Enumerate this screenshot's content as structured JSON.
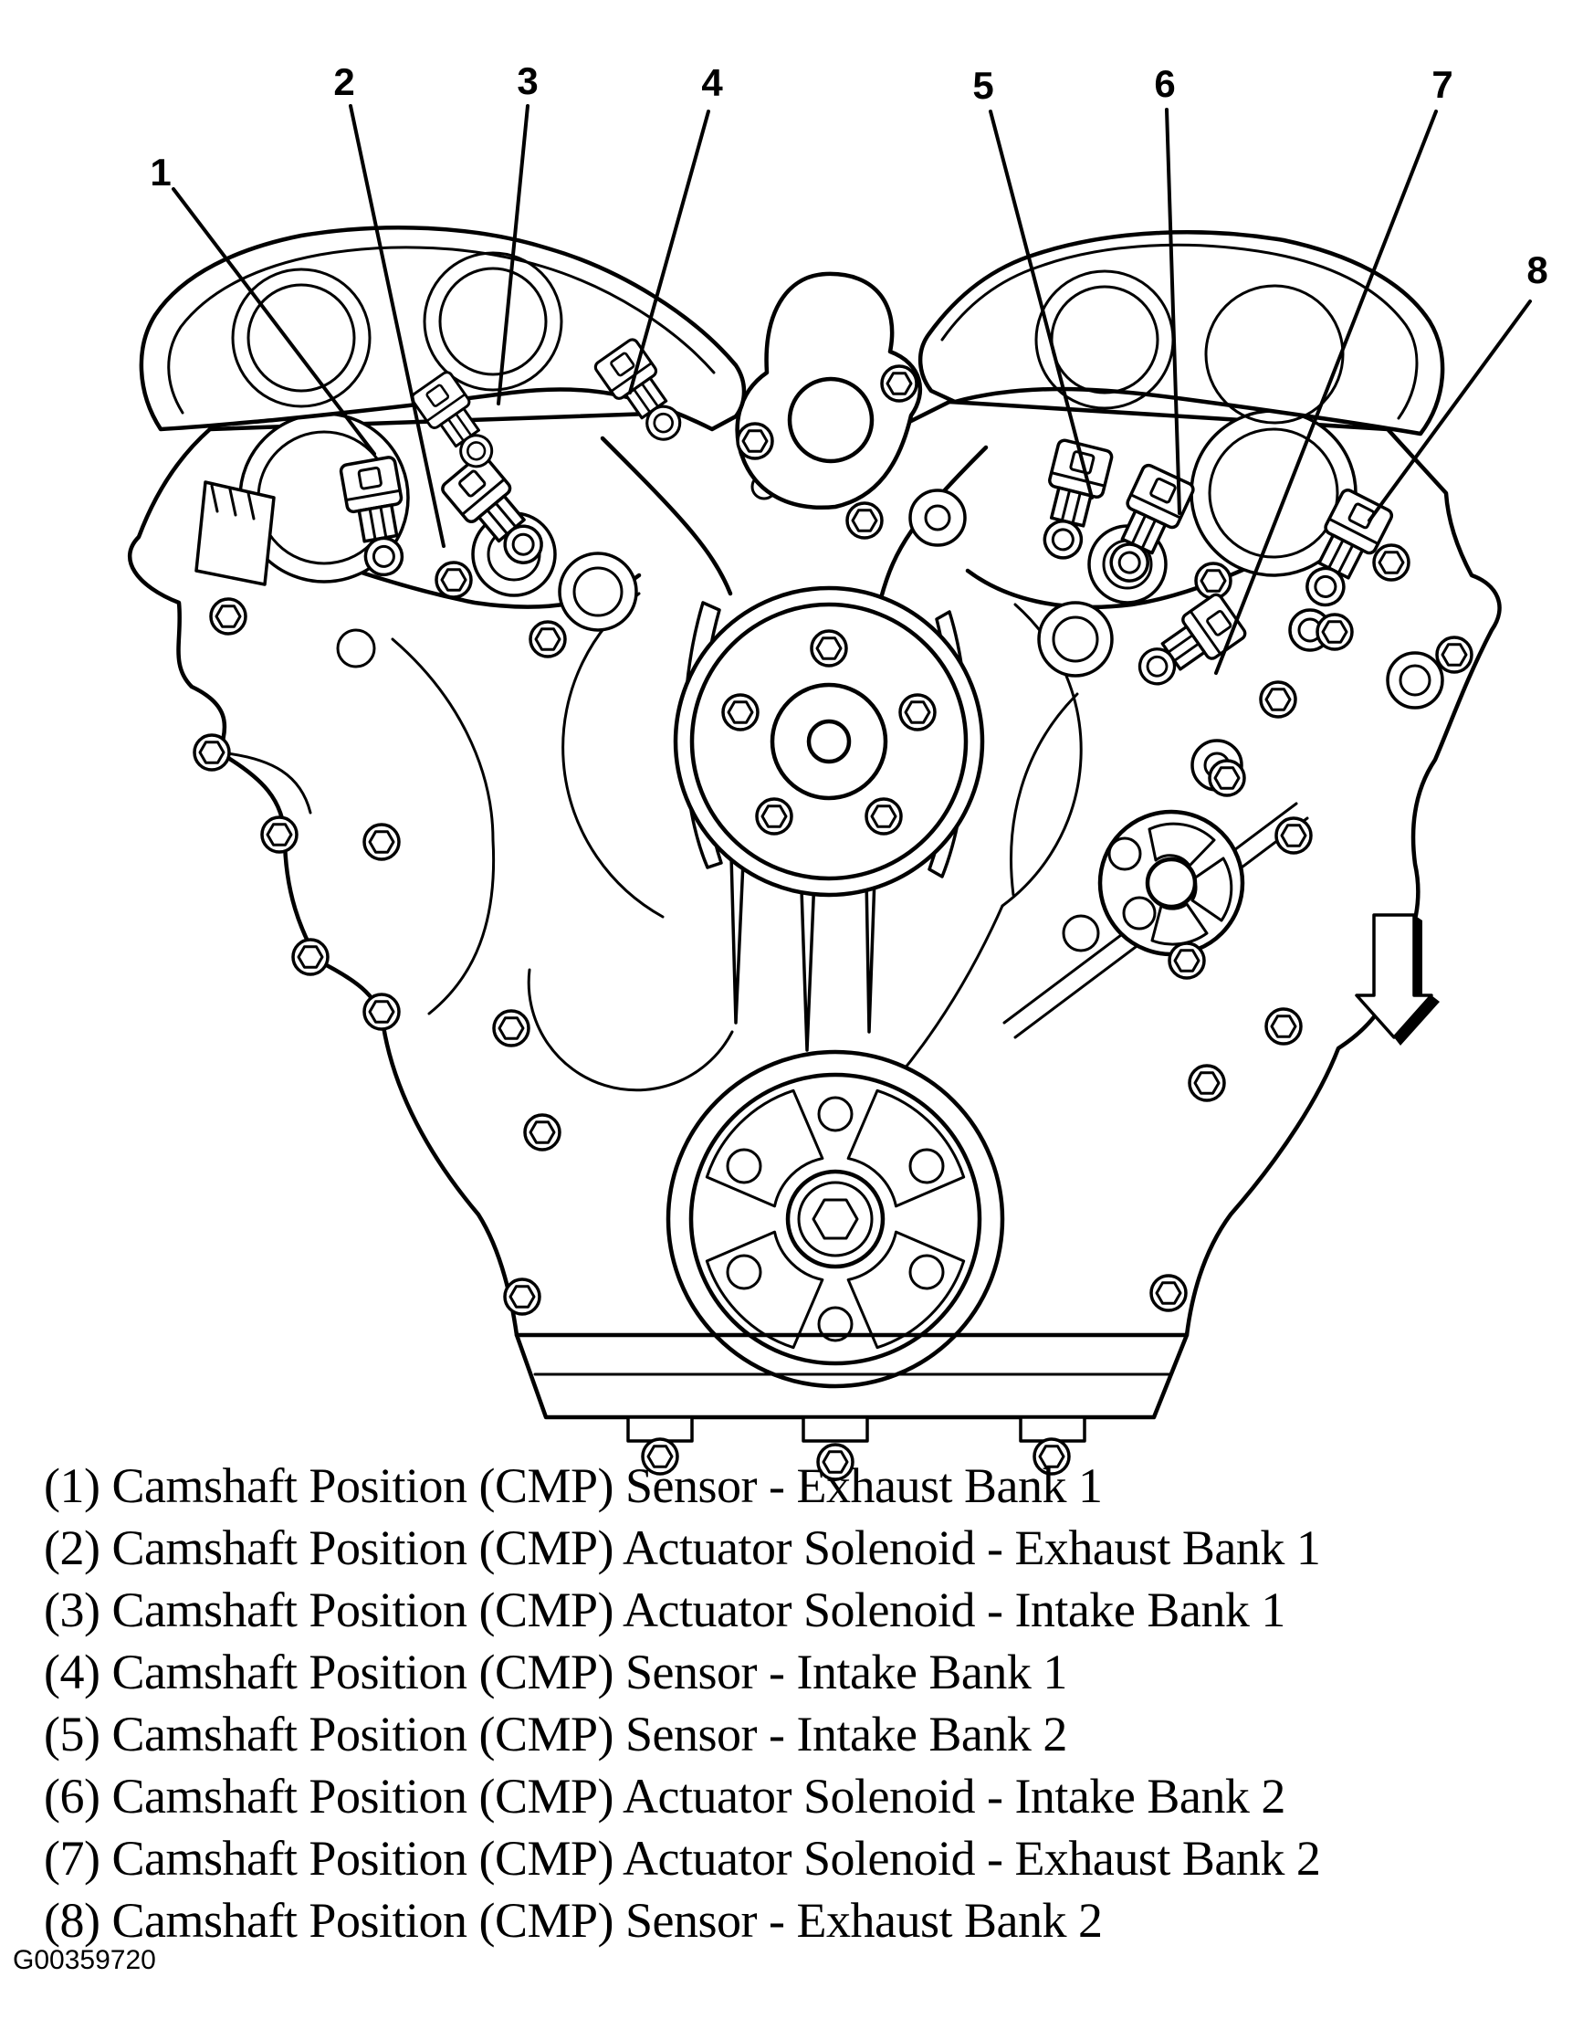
{
  "colors": {
    "ink": "#000000",
    "paper": "#ffffff"
  },
  "icons": {
    "direction_arrow": "down-arrow"
  },
  "figure_id": "G00359720",
  "callouts": [
    {
      "number": "1",
      "legend_marker": "(1)",
      "label": "Camshaft Position (CMP) Sensor - Exhaust Bank 1"
    },
    {
      "number": "2",
      "legend_marker": "(2)",
      "label": "Camshaft Position (CMP) Actuator Solenoid - Exhaust Bank 1"
    },
    {
      "number": "3",
      "legend_marker": "(3)",
      "label": "Camshaft Position (CMP) Actuator Solenoid - Intake Bank 1"
    },
    {
      "number": "4",
      "legend_marker": "(4)",
      "label": "Camshaft Position (CMP) Sensor - Intake Bank 1"
    },
    {
      "number": "5",
      "legend_marker": "(5)",
      "label": "Camshaft Position (CMP) Sensor - Intake Bank 2"
    },
    {
      "number": "6",
      "legend_marker": "(6)",
      "label": "Camshaft Position (CMP) Actuator Solenoid - Intake Bank 2"
    },
    {
      "number": "7",
      "legend_marker": "(7)",
      "label": "Camshaft Position (CMP) Actuator Solenoid - Exhaust Bank 2"
    },
    {
      "number": "8",
      "legend_marker": "(8)",
      "label": "Camshaft Position (CMP) Sensor - Exhaust Bank 2"
    }
  ]
}
